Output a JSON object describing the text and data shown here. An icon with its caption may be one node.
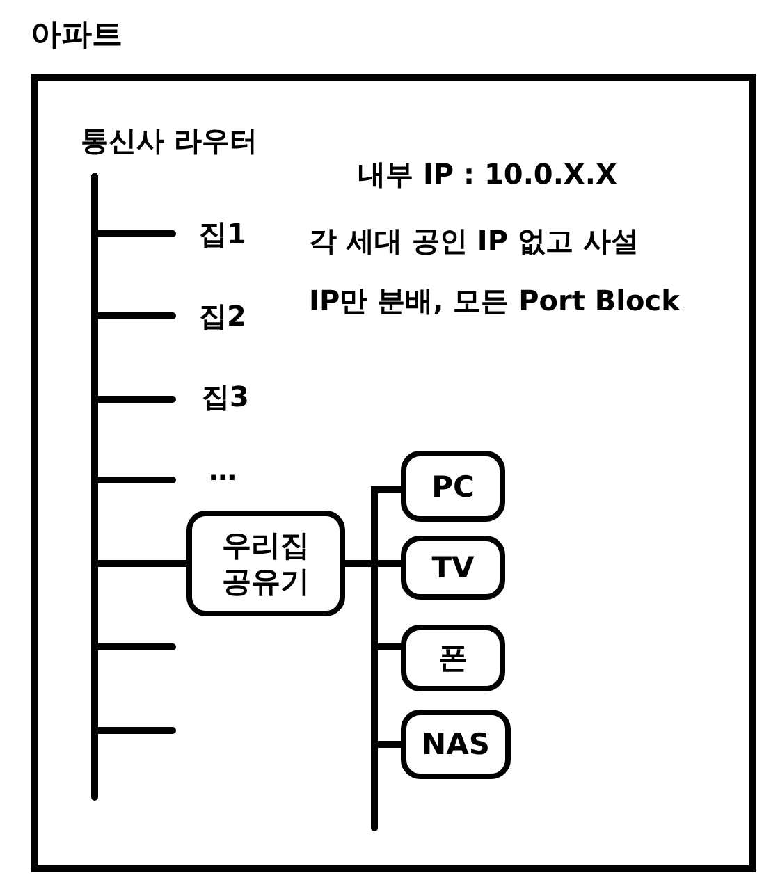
{
  "diagram": {
    "nodes": [
      {
        "text": [
          "아파트"
        ]
      },
      {
        "text": [
          "통신사 라우터"
        ],
        "in": 0
      },
      {
        "text": [
          "집1"
        ],
        "in": 0
      },
      {
        "text": [
          "집2"
        ],
        "in": 0
      },
      {
        "text": [
          "집3"
        ],
        "in": 0
      },
      {
        "text": [
          "…"
        ],
        "in": 0
      },
      {
        "text": [
          "우리집 공유기"
        ],
        "in": 0
      },
      {
        "text": [
          "PC"
        ],
        "in": 0
      },
      {
        "text": [
          "TV"
        ],
        "in": 0
      },
      {
        "text": [
          "폰"
        ],
        "in": 0
      },
      {
        "text": [
          "NAS"
        ],
        "in": 0
      }
    ],
    "edges": [
      {
        "from": 1,
        "to": 2,
        "arrow": "none"
      },
      {
        "from": 1,
        "to": 3,
        "arrow": "none"
      },
      {
        "from": 1,
        "to": 4,
        "arrow": "none"
      },
      {
        "from": 1,
        "to": 5,
        "arrow": "none"
      },
      {
        "from": 1,
        "to": 6,
        "arrow": "none"
      },
      {
        "from": 1,
        "to": null,
        "arrow": "none"
      },
      {
        "from": 1,
        "to": null,
        "arrow": "none"
      },
      {
        "from": 6,
        "to": 7,
        "arrow": "none"
      },
      {
        "from": 6,
        "to": 8,
        "arrow": "none"
      },
      {
        "from": 6,
        "to": 9,
        "arrow": "none"
      },
      {
        "from": 6,
        "to": 10,
        "arrow": "none"
      }
    ],
    "labels": [
      "내부 IP : 10.0.X.X",
      "각 세대 공인 IP 없고 사설 IP만 분배, 모든 Port Block"
    ]
  }
}
